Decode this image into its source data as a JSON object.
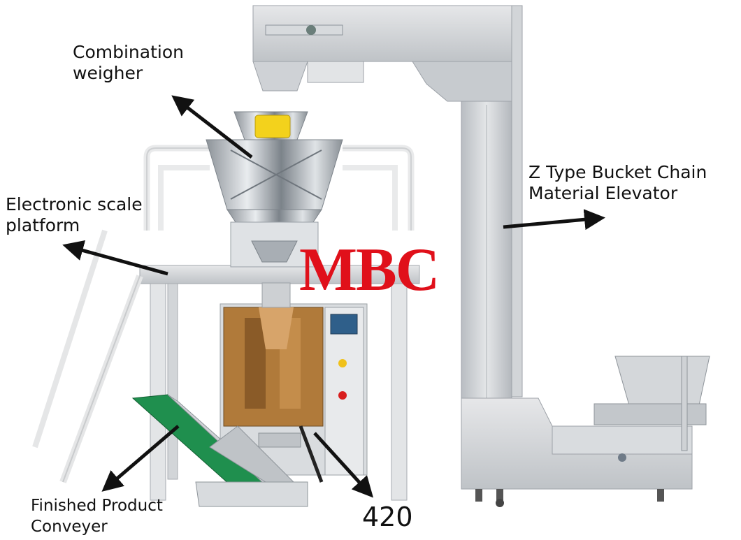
{
  "labels": {
    "weigher": "Combination\nweigher",
    "platform": "Electronic scale\nplatform",
    "elevator": "Z Type Bucket Chain\nMaterial Elevator",
    "conveyer": "Finished Product\nConveyer",
    "model": "420"
  },
  "watermark": "MBC",
  "colors": {
    "steel": "#c9ccd0",
    "steel_dark": "#9da2a8",
    "guardrail": "#f2f2f2",
    "conveyor_belt": "#1f8f4e",
    "bag_former": "#b07a3a",
    "hopper_yellow": "#f3d21c",
    "watermark": "#e0101a",
    "arrow": "#111111"
  }
}
